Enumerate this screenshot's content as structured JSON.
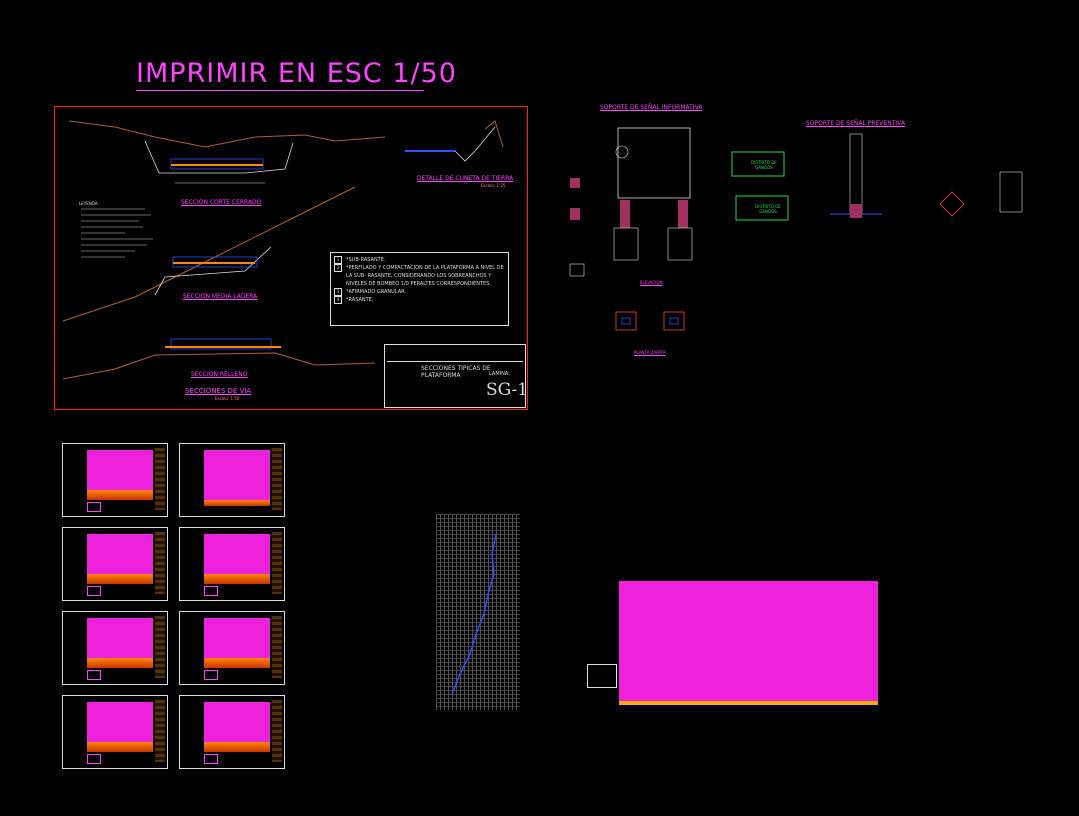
{
  "drawing": {
    "print_note": "IMPRIMIR EN ESC 1/50",
    "sections": {
      "detail_title": "DETALLE DE CUNETA DE TIERRA",
      "detail_scale": "Escala: 1:25",
      "group_title": "SECCIONES DE VIA",
      "group_scale": "Escala: 1:50",
      "sec1": "SECCION CORTE CERRADO",
      "sec2": "SECCION MEDIA LADERA",
      "sec3": "SECCION RELLENO"
    },
    "notes": [
      {
        "n": "1",
        "text": "*SUB-RASANTE."
      },
      {
        "n": "2",
        "text": "*PERFILADO Y COMPACTACION DE LA PLATAFORMA A NIVEL DE LA SUB- RASANTE, CONSIDERANDO LOS SOBREANCHOS Y NIVELES DE BOMBEO 1/0 PERALTES CORRESPONDIENTES."
      },
      {
        "n": "3",
        "text": "*AFIRMADO GRANULAR."
      },
      {
        "n": "4",
        "text": "*RASANTE."
      }
    ],
    "legend_title": "LEYENDA:",
    "title_block": {
      "plan_name": "SECCIONES TIPICAS DE PLATAFORMA",
      "sheet_id": "SG-1",
      "lamina_label": "LAMINA:"
    },
    "signs": {
      "info_title": "SOPORTE DE SEÑAL INFORMATIVA",
      "prev_title": "SOPORTE DE SEÑAL PREVENTIVA",
      "elev_label": "ELEVACION",
      "plan_label": "PLANTA ZAPATA",
      "panel_text": "DISTRITO DE GANGOS"
    }
  },
  "colors": {
    "background": "#000000",
    "accent": "#ff44ff",
    "frame": "#ff2020",
    "sheet": "#ee22dd"
  }
}
